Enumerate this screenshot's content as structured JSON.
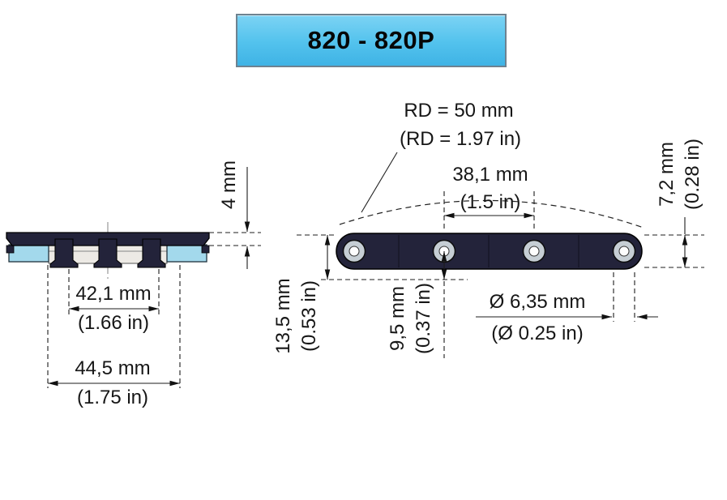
{
  "title": "820 - 820P",
  "colors": {
    "banner_blue": "#52c2ed",
    "chain_dark": "#23233a",
    "pad_cyan": "#a3d9ec"
  },
  "front_view": {
    "thickness_mm": "4 mm",
    "inner_width_mm": "42,1 mm",
    "inner_width_in": "(1.66 in)",
    "outer_width_mm": "44,5 mm",
    "outer_width_in": "(1.75 in)"
  },
  "side_view": {
    "back_bend_radius_mm": "RD = 50 mm",
    "back_bend_radius_in": "(RD = 1.97 in)",
    "pitch_mm": "38,1 mm",
    "pitch_in": "(1.5 in)",
    "plate_height_mm": "7,2 mm",
    "plate_height_in": "(0.28 in)",
    "total_height_mm": "13,5 mm",
    "total_height_in": "(0.53 in)",
    "pin_center_height_mm": "9,5 mm",
    "pin_center_height_in": "(0.37 in)",
    "pin_diameter_mm": "Ø 6,35 mm",
    "pin_diameter_in": "(Ø 0.25 in)"
  }
}
